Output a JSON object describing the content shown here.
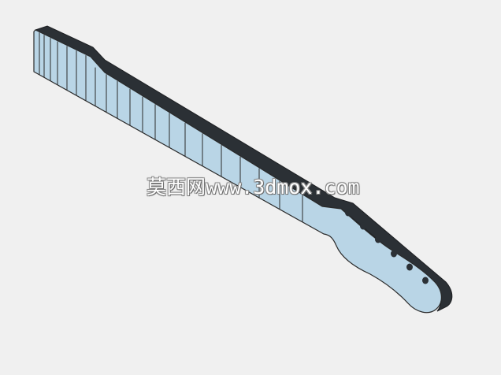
{
  "watermark": {
    "text": "莫西网www.3dmox.com"
  },
  "colors": {
    "background": "#f0f0f0",
    "face": "#b9d5e6",
    "side": "#2b3035",
    "edge": "#2a2a2a"
  },
  "model": {
    "fret_count": 21,
    "tuner_hole_count": 6
  }
}
